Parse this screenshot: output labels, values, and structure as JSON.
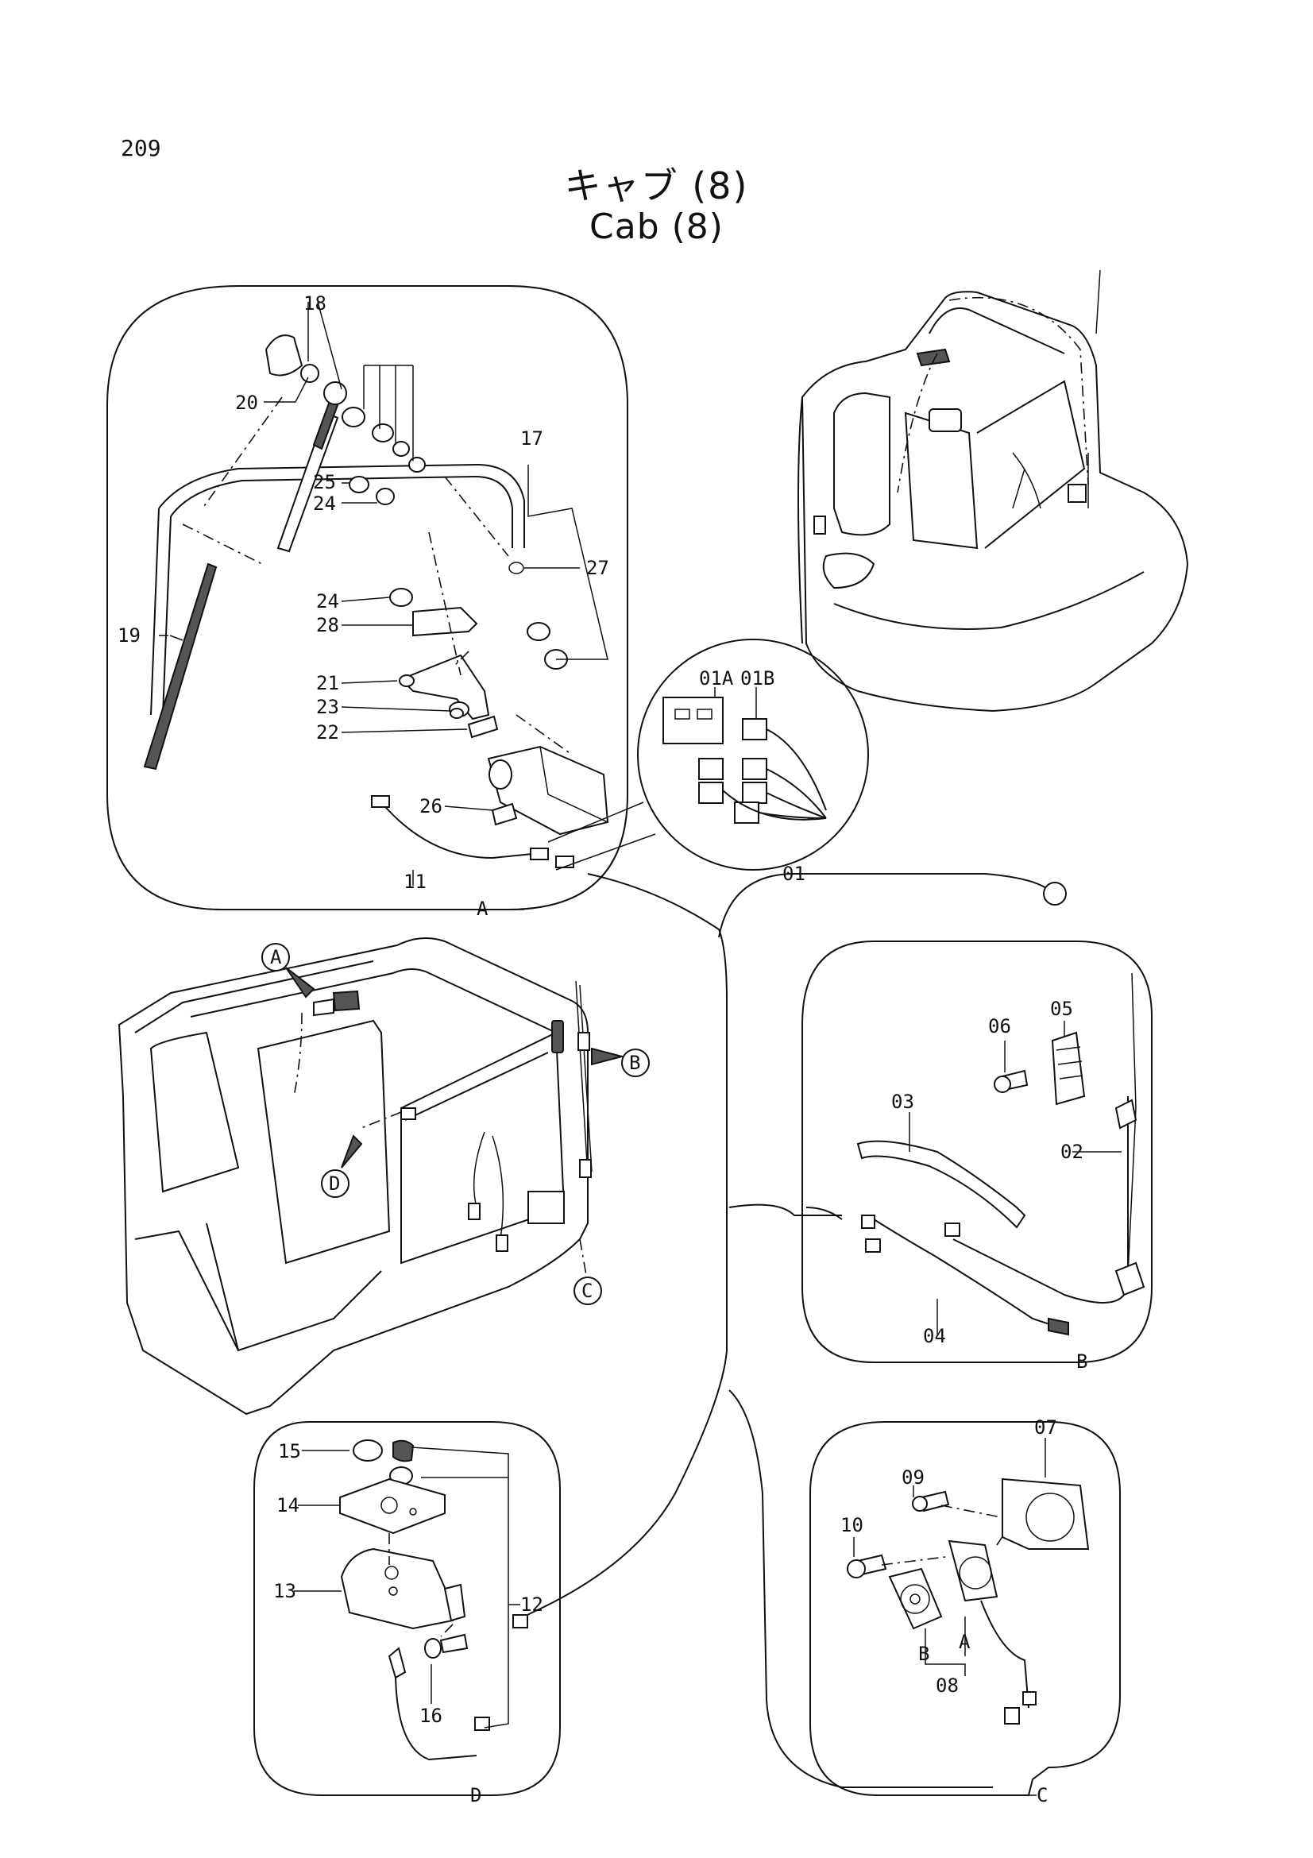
{
  "page": {
    "number": "209",
    "title_jp": "キャブ (8)",
    "title_en": "Cab (8)"
  },
  "detail_labels": {
    "A": "A",
    "B": "B",
    "C": "C",
    "D": "D"
  },
  "parts": {
    "p01": "01",
    "p01A": "01A",
    "p01B": "01B",
    "p02": "02",
    "p03": "03",
    "p04": "04",
    "p05": "05",
    "p06": "06",
    "p07": "07",
    "p08": "08",
    "p09": "09",
    "p10": "10",
    "p11": "11",
    "p12": "12",
    "p13": "13",
    "p14": "14",
    "p15": "15",
    "p16": "16",
    "p17": "17",
    "p18": "18",
    "p19": "19",
    "p20": "20",
    "p21": "21",
    "p22": "22",
    "p23": "23",
    "p24a": "24",
    "p24b": "24",
    "p25": "25",
    "p26": "26",
    "p27": "27",
    "p28": "28"
  },
  "speaker_sublabels": {
    "a": "A",
    "b": "B"
  }
}
